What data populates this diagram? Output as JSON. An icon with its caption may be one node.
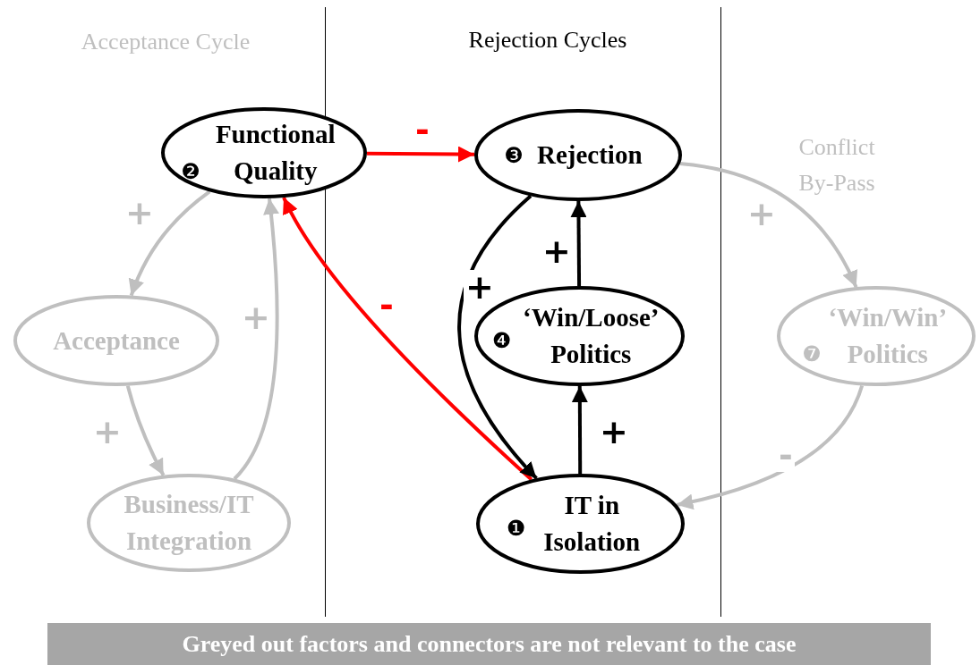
{
  "diagram": {
    "caption": "Greyed out factors and connectors are not relevant to the case",
    "nodes": [
      {
        "text": [
          "❷",
          "Functional Quality"
        ]
      },
      {
        "text": [
          "❸",
          "Rejection"
        ]
      },
      {
        "text": [
          "Acceptance"
        ]
      },
      {
        "text": [
          "❹",
          "‘Win/Loose’ Politics"
        ]
      },
      {
        "text": [
          "Business/IT Integration"
        ]
      },
      {
        "text": [
          "❼",
          "‘Win/Win’ Politics"
        ]
      },
      {
        "text": [
          "❶",
          "IT in Isolation"
        ]
      }
    ],
    "edges": [
      {
        "from": 0,
        "to": 1,
        "arrow": "to",
        "label": "-",
        "color": "#ff0000"
      },
      {
        "from": 6,
        "to": 0,
        "arrow": "to",
        "label": "-",
        "color": "#ff0000"
      },
      {
        "from": 1,
        "to": 6,
        "arrow": "to",
        "label": "+",
        "color": "#000000"
      },
      {
        "from": 6,
        "to": 3,
        "arrow": "to",
        "label": "+",
        "color": "#000000"
      },
      {
        "from": 3,
        "to": 1,
        "arrow": "to",
        "label": "+",
        "color": "#000000"
      },
      {
        "from": 0,
        "to": 2,
        "arrow": "to",
        "label": "+"
      },
      {
        "from": 2,
        "to": 4,
        "arrow": "to",
        "label": "+"
      },
      {
        "from": 4,
        "to": 0,
        "arrow": "to",
        "label": "+"
      },
      {
        "from": 1,
        "to": 5,
        "arrow": "to",
        "label": "+"
      },
      {
        "from": 5,
        "to": 6,
        "arrow": "to",
        "label": "-"
      }
    ],
    "labels": [
      "Acceptance Cycle",
      "Rejection Cycles",
      "Conflict By-Pass"
    ]
  }
}
